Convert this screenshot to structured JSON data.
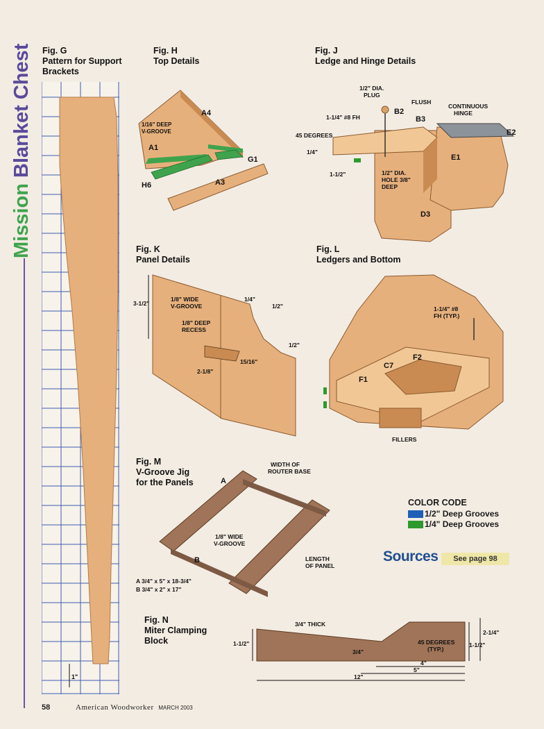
{
  "page": {
    "side_title": {
      "word1": "Mission",
      "word2": "Blanket Chest"
    },
    "footer": {
      "page_number": "58",
      "magazine": "American Woodworker",
      "issue": "MARCH 2003"
    }
  },
  "fig_g": {
    "label": "Fig. G",
    "title_line1": "Pattern for Support",
    "title_line2": "Brackets",
    "dimension": "1\""
  },
  "fig_h": {
    "label": "Fig. H",
    "title": "Top Details",
    "callout_line1": "1/16\" DEEP",
    "callout_line2": "V-GROOVE",
    "parts": {
      "a4": "A4",
      "a1": "A1",
      "g1": "G1",
      "h6": "H6",
      "a3": "A3"
    }
  },
  "fig_j": {
    "label": "Fig. J",
    "title": "Ledge and Hinge Details",
    "plug_line1": "1/2\" DIA.",
    "plug_line2": "PLUG",
    "flush": "FLUSH",
    "hinge_line1": "CONTINUOUS",
    "hinge_line2": "HINGE",
    "screw": "1-1/4\" #8 FH",
    "angle": "45 DEGREES",
    "dim_quarter": "1/4\"",
    "dim_one_half": "1-1/2\"",
    "hole_line1": "1/2\" DIA.",
    "hole_line2": "HOLE 3/8\"",
    "hole_line3": "DEEP",
    "parts": {
      "b2": "B2",
      "b3": "B3",
      "e1": "E1",
      "e2": "E2",
      "d3": "D3"
    }
  },
  "fig_k": {
    "label": "Fig. K",
    "title": "Panel Details",
    "dim_height": "3-1/2\"",
    "vgroove_line1": "1/8\" WIDE",
    "vgroove_line2": "V-GROOVE",
    "recess_line1": "1/8\" DEEP",
    "recess_line2": "RECESS",
    "dim_quarter": "1/4\"",
    "dim_half_top": "1/2\"",
    "dim_half_side": "1/2\"",
    "dim_fifteen": "15/16\"",
    "dim_two": "2-1/8\""
  },
  "fig_l": {
    "label": "Fig. L",
    "title": "Ledgers and Bottom",
    "screw_line1": "1-1/4\" #8",
    "screw_line2": "FH (TYP.)",
    "fillers": "FILLERS",
    "parts": {
      "f1": "F1",
      "f2": "F2",
      "c7": "C7"
    }
  },
  "fig_m": {
    "label": "Fig. M",
    "title_line1": "V-Groove Jig",
    "title_line2": "for the Panels",
    "router_line1": "WIDTH OF",
    "router_line2": "ROUTER BASE",
    "vgroove_line1": "1/8\" WIDE",
    "vgroove_line2": "V-GROOVE",
    "length_line1": "LENGTH",
    "length_line2": "OF PANEL",
    "spec_a": "A 3/4\" x 5\" x 18-3/4\"",
    "spec_b": "B 3/4\" x 2\" x 17\"",
    "parts": {
      "a": "A",
      "b": "B"
    }
  },
  "fig_n": {
    "label": "Fig. N",
    "title_line1": "Miter Clamping",
    "title_line2": "Block",
    "thick": "3/4\" THICK",
    "dim_left": "1-1/2\"",
    "dim_mid": "3/4\"",
    "angle_line1": "45 DEGREES",
    "angle_line2": "(TYP.)",
    "dim_right_inner": "1-1/2\"",
    "dim_right_outer": "2-1/4\"",
    "dim_4": "4\"",
    "dim_5": "5\"",
    "dim_12": "12\""
  },
  "color_code": {
    "heading": "COLOR CODE",
    "items": [
      {
        "label": "1/2\" Deep Grooves",
        "color": "#1f5fb8"
      },
      {
        "label": "1/4\" Deep Grooves",
        "color": "#2e9a2e"
      }
    ]
  },
  "sources": {
    "heading": "Sources",
    "note": "See page 98"
  },
  "colors": {
    "wood": "#e6b07c",
    "wood_dark": "#c98b52",
    "wood_light": "#f1c796",
    "jig": "#a07458",
    "brand_purple": "#5a4a9a",
    "brand_green": "#3fa34d",
    "grid": "#3d5fb0"
  }
}
